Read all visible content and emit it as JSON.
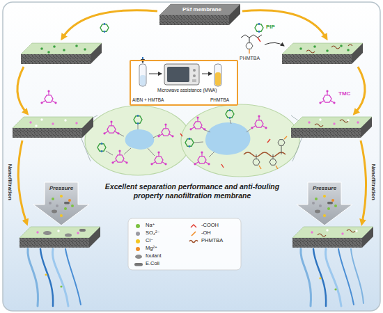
{
  "diagram": {
    "nodes": [
      {
        "text": [
          "PSf membrane"
        ]
      },
      {
        "text": [
          "AIBN + HMTBA",
          "Microwave assistance (MWA)",
          "PHMTBA"
        ]
      },
      {
        "text": [
          "Pressure"
        ]
      },
      {
        "text": [
          "Pressure"
        ]
      }
    ],
    "labels": [
      "PIP",
      "PHMTBA",
      "TMC",
      "Nanofiltration",
      "Nanofiltration",
      "Excellent separation performance and anti-fouling property nanofiltration membrane"
    ],
    "legend": [
      {
        "text": "Na⁺",
        "color": "#7cc243"
      },
      {
        "text": "SO₄²⁻",
        "color": "#9b9ba3"
      },
      {
        "text": "Cl⁻",
        "color": "#f3c623"
      },
      {
        "text": "Mg²⁺",
        "color": "#f08c28"
      },
      {
        "text": "foulant"
      },
      {
        "text": "E.Coli"
      },
      {
        "text": "-COOH"
      },
      {
        "text": "-OH"
      },
      {
        "text": "PHMTBA"
      }
    ]
  }
}
